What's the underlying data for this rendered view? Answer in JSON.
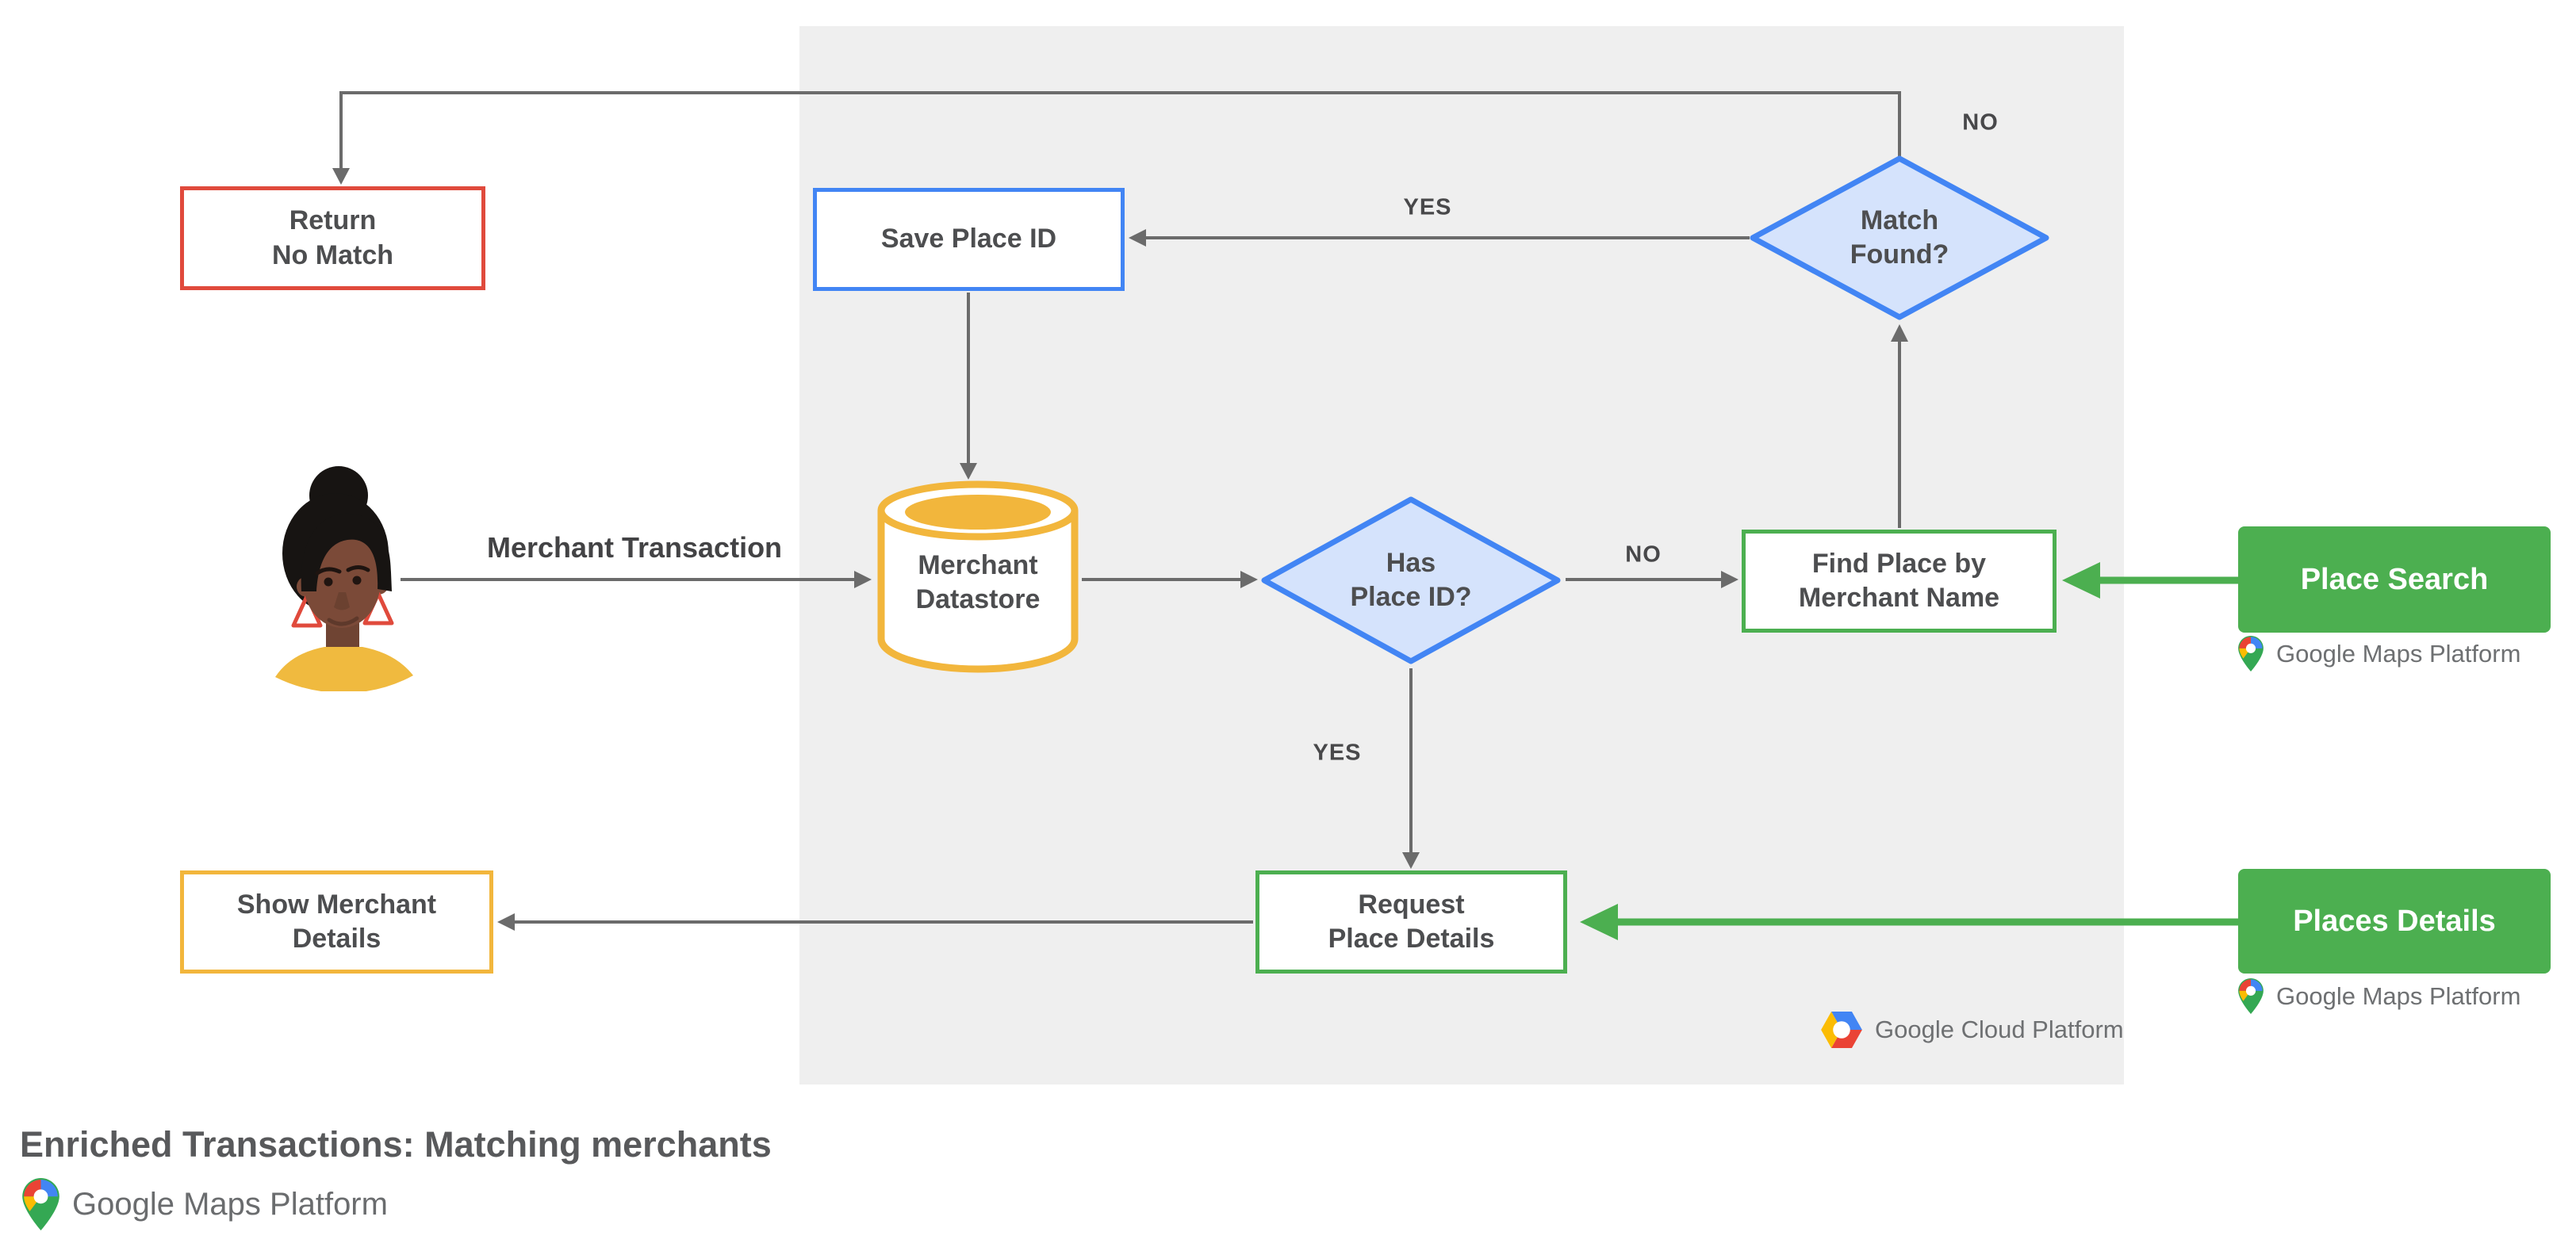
{
  "title": "Enriched Transactions: Matching merchants",
  "nodes": {
    "return_no_match": "Return\nNo Match",
    "save_place_id": "Save Place ID",
    "match_found": "Match\nFound?",
    "merchant_datastore": "Merchant\nDatastore",
    "has_place_id": "Has\nPlace ID?",
    "find_place_by_merchant_name": "Find Place by\nMerchant Name",
    "request_place_details": "Request\nPlace Details",
    "show_merchant_details": "Show Merchant\nDetails",
    "place_search": "Place Search",
    "places_details": "Places Details"
  },
  "edge_labels": {
    "merchant_transaction": "Merchant Transaction",
    "match_found_yes": "YES",
    "match_found_no": "NO",
    "has_place_id_yes": "YES",
    "has_place_id_no": "NO"
  },
  "logos": {
    "google_maps_platform": "Google Maps Platform",
    "google_cloud_platform": "Google Cloud Platform"
  },
  "colors": {
    "red": "#E04A3C",
    "blue": "#4285F4",
    "blue_fill": "#D5E3FC",
    "yellow": "#F2B63C",
    "green": "#4CAF50",
    "gray_line": "#6B6B6B",
    "panel": "#EFEFEF"
  }
}
